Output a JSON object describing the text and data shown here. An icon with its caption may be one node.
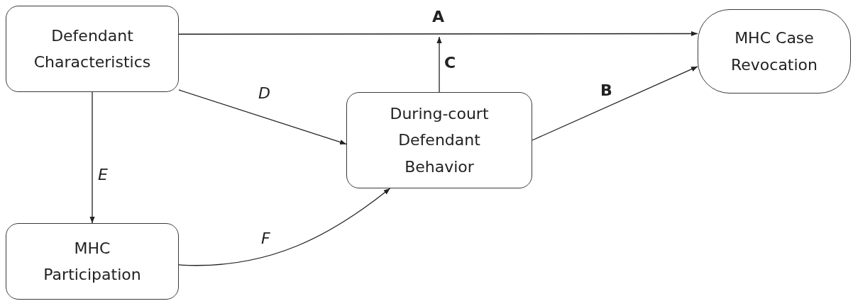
{
  "diagram": {
    "nodes": [
      {
        "text": [
          "Defendant Characteristics"
        ]
      },
      {
        "text": [
          "MHC Case Revocation"
        ]
      },
      {
        "text": [
          "During-court Defendant Behavior"
        ]
      },
      {
        "text": [
          "MHC Participation"
        ]
      }
    ],
    "edges": [
      {
        "from": 0,
        "to": 1,
        "arrow": "to",
        "label": "A"
      },
      {
        "from": 2,
        "to": null,
        "arrow": "to",
        "label": "C"
      },
      {
        "from": 2,
        "to": 1,
        "arrow": "to",
        "label": "B"
      },
      {
        "from": 0,
        "to": 2,
        "arrow": "to",
        "label": "D"
      },
      {
        "from": 0,
        "to": 3,
        "arrow": "to",
        "label": "E"
      },
      {
        "from": 3,
        "to": 2,
        "arrow": "to",
        "label": "F"
      }
    ]
  }
}
